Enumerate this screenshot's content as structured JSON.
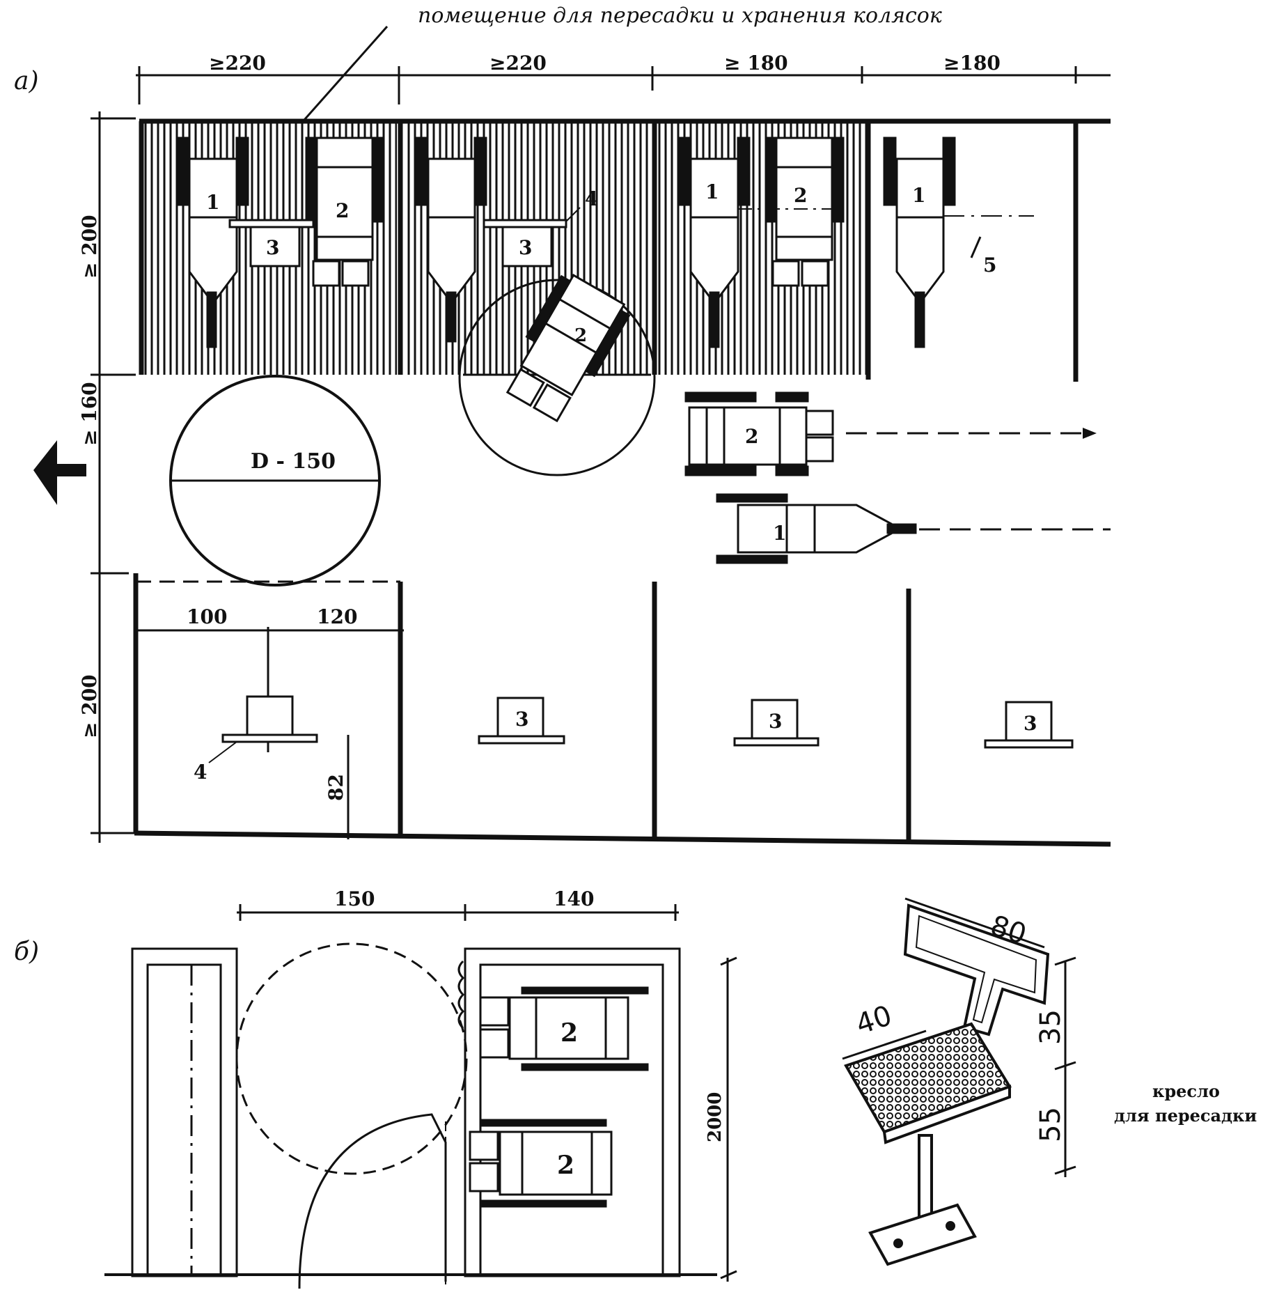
{
  "caption_top": "помещение для пересадки и хранения колясок",
  "part_a": {
    "label": "а)",
    "dims_top": [
      "≥220",
      "≥220",
      "≥ 180",
      "≥180"
    ],
    "dim_left_upper": "≥ 200",
    "dim_left_middle": "≥ 160",
    "dim_left_lower": "≥ 200",
    "turning_circle": "D - 150",
    "rotation_dim": "150",
    "cabin_dims": [
      "100",
      "120"
    ],
    "height_82": "82",
    "markers": {
      "m1": "1",
      "m2": "2",
      "m3": "3",
      "m4": "4",
      "m5": "5"
    }
  },
  "part_b": {
    "label": "б)",
    "dims_top": [
      "150",
      "140"
    ],
    "dim_right": "2000",
    "markers": {
      "m2": "2"
    }
  },
  "chair": {
    "caption_line1": "кресло",
    "caption_line2": "для пересадки",
    "dims": [
      "80",
      "40",
      "35",
      "55"
    ]
  }
}
